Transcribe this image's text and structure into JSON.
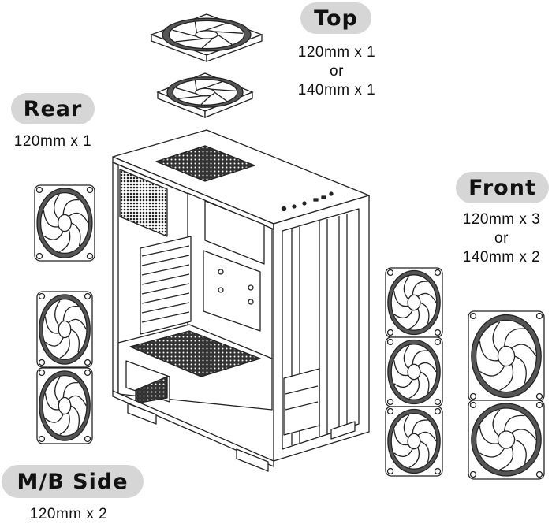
{
  "labels": {
    "top": {
      "title": "Top",
      "lines": [
        "120mm x 1",
        "or",
        "140mm x 1"
      ]
    },
    "rear": {
      "title": "Rear",
      "lines": [
        "120mm x 1"
      ]
    },
    "front": {
      "title": "Front",
      "lines": [
        "120mm x 3",
        "or",
        "140mm x 2"
      ]
    },
    "mb": {
      "title": "M/B Side",
      "lines": [
        "120mm x 2"
      ]
    }
  },
  "colors": {
    "line": "#222222",
    "pill": "#d6d6d6",
    "mesh": "#2a2a2a"
  }
}
